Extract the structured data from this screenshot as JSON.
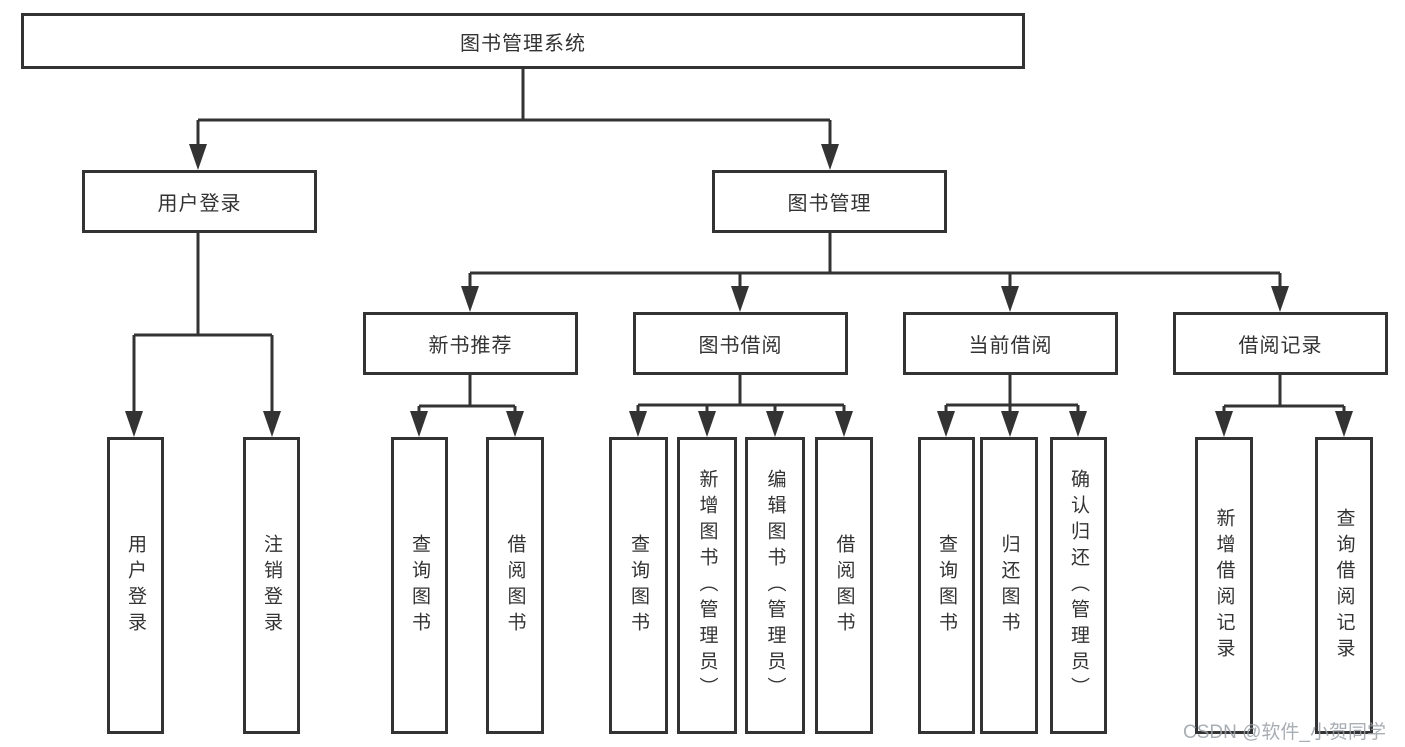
{
  "diagram": {
    "root": {
      "label": "图书管理系统"
    },
    "level2": [
      {
        "label": "用户登录"
      },
      {
        "label": "图书管理"
      }
    ],
    "level3": [
      {
        "label": "新书推荐"
      },
      {
        "label": "图书借阅"
      },
      {
        "label": "当前借阅"
      },
      {
        "label": "借阅记录"
      }
    ],
    "leaves": {
      "user_login": [
        {
          "label": "用户登录"
        },
        {
          "label": "注销登录"
        }
      ],
      "new_book": [
        {
          "label": "查询图书"
        },
        {
          "label": "借阅图书"
        }
      ],
      "book_borrow": [
        {
          "label": "查询图书"
        },
        {
          "label": "新增图书（管理员）"
        },
        {
          "label": "编辑图书（管理员）"
        },
        {
          "label": "借阅图书"
        }
      ],
      "current_borrow": [
        {
          "label": "查询图书"
        },
        {
          "label": "归还图书"
        },
        {
          "label": "确认归还（管理员）"
        }
      ],
      "borrow_record": [
        {
          "label": "新增借阅记录"
        },
        {
          "label": "查询借阅记录"
        }
      ]
    }
  },
  "watermark": {
    "text": "CSDN @软件_小贺同学"
  },
  "colors": {
    "line": "#333333",
    "text": "#333333",
    "watermark": "#9aa0a6",
    "background": "#ffffff"
  }
}
